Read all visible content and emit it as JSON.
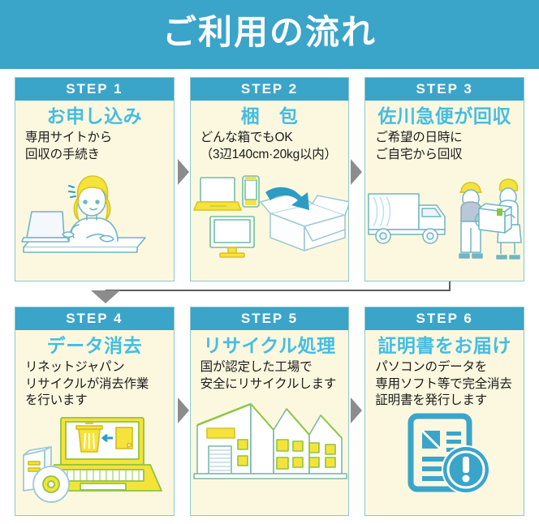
{
  "header": {
    "title": "ご利用の流れ",
    "bg_color": "#3ba4c9",
    "text_color": "#ffffff"
  },
  "theme": {
    "card_bg": "#fcf8e0",
    "card_border": "#8fc7c7",
    "step_bar_bg": "#3ba4c9",
    "step_title_color": "#45bde2",
    "desc_color": "#1b1b1b",
    "arrow_color": "#8c8c8c",
    "accent_yellow": "#f5e33c",
    "accent_green": "#8cc63f",
    "accent_teal": "#2d9cc4"
  },
  "steps": [
    {
      "step_label": "STEP 1",
      "title": "お申し込み",
      "desc": [
        "専用サイトから",
        "回収の手続き"
      ],
      "illustration": "woman-at-laptop-illustration"
    },
    {
      "step_label": "STEP 2",
      "title": "梱　包",
      "desc": [
        "どんな箱でもOK",
        "（3辺140cm·20kg以内）"
      ],
      "illustration": "devices-into-box-illustration"
    },
    {
      "step_label": "STEP 3",
      "title": "佐川急便が回収",
      "desc": [
        "ご希望の日時に",
        "ご自宅から回収"
      ],
      "illustration": "delivery-truck-handover-illustration"
    },
    {
      "step_label": "STEP 4",
      "title": "データ消去",
      "desc": [
        "リネットジャパン",
        "リサイクルが消去作業",
        "を行います"
      ],
      "illustration": "laptop-data-erase-illustration"
    },
    {
      "step_label": "STEP 5",
      "title": "リサイクル処理",
      "desc": [
        "国が認定した工場で",
        "安全にリサイクルします"
      ],
      "illustration": "recycling-factory-illustration"
    },
    {
      "step_label": "STEP 6",
      "title": "証明書をお届け",
      "desc": [
        "パソコンのデータを",
        "専用ソフト等で完全消去",
        "証明書を発行します"
      ],
      "illustration": "certificate-document-illustration"
    }
  ]
}
